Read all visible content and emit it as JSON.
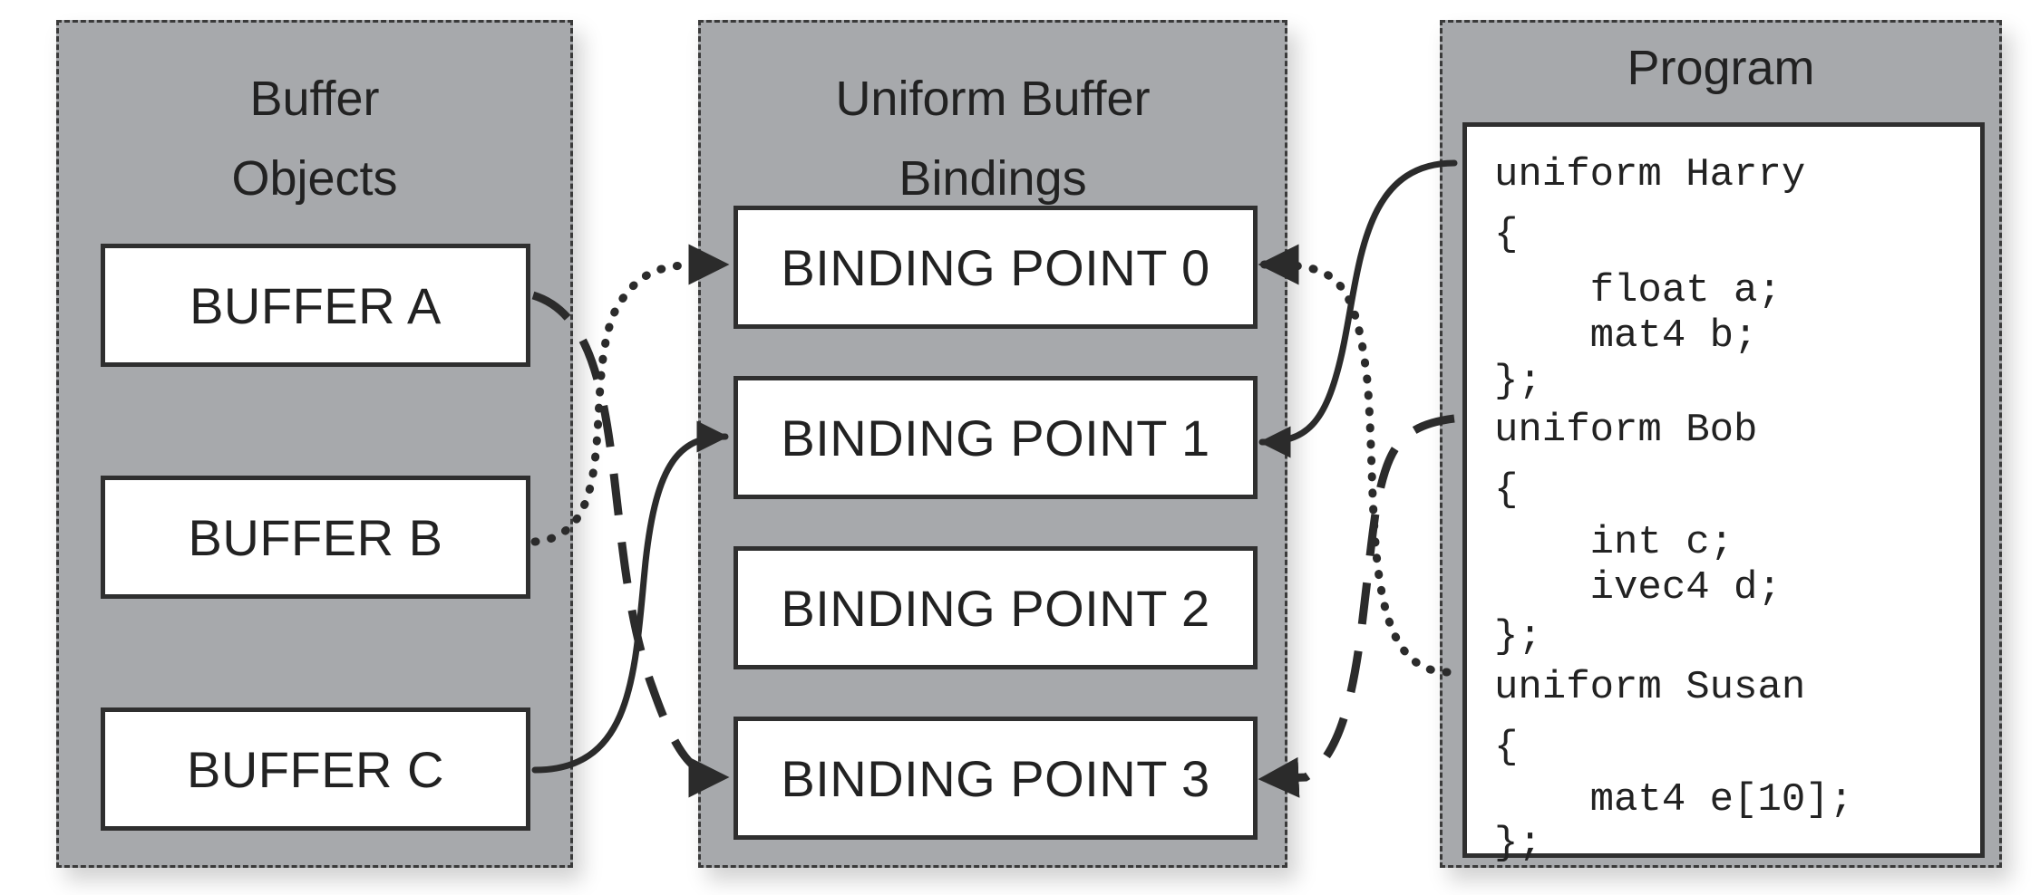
{
  "panels": {
    "buffers": {
      "title": "Buffer\nObjects",
      "items": [
        "BUFFER A",
        "BUFFER B",
        "BUFFER C"
      ]
    },
    "bindings": {
      "title": "Uniform Buffer\nBindings",
      "items": [
        "BINDING POINT 0",
        "BINDING POINT 1",
        "BINDING POINT 2",
        "BINDING POINT 3"
      ]
    },
    "program": {
      "title": "Program",
      "code": [
        "uniform Harry",
        "{",
        "    float a;",
        "    mat4 b;",
        "};",
        "uniform Bob",
        "{",
        "    int c;",
        "    ivec4 d;",
        "};",
        "uniform Susan",
        "{",
        "    mat4 e[10];",
        "};"
      ]
    }
  },
  "connections": [
    {
      "from": "BUFFER A",
      "to": "BINDING POINT 3",
      "style": "dashed"
    },
    {
      "from": "BUFFER B",
      "to": "BINDING POINT 0",
      "style": "dotted"
    },
    {
      "from": "BUFFER C",
      "to": "BINDING POINT 1",
      "style": "solid"
    },
    {
      "from": "uniform Harry",
      "to": "BINDING POINT 1",
      "style": "solid"
    },
    {
      "from": "uniform Bob",
      "to": "BINDING POINT 3",
      "style": "dashed"
    },
    {
      "from": "uniform Susan",
      "to": "BINDING POINT 0",
      "style": "dotted"
    }
  ]
}
